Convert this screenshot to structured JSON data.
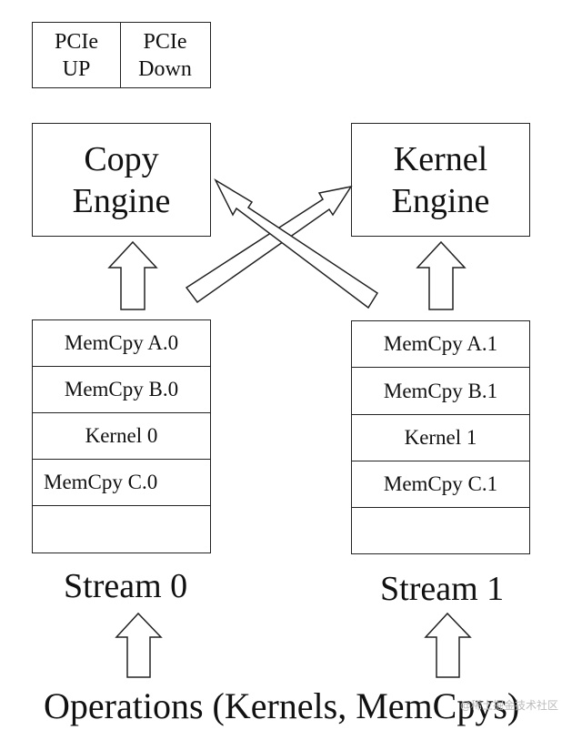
{
  "pcie": {
    "up": "PCIe\nUP",
    "down": "PCIe\nDown"
  },
  "engines": {
    "copy": "Copy\nEngine",
    "kernel": "Kernel\nEngine"
  },
  "stream0": {
    "label": "Stream 0",
    "items": [
      "MemCpy A.0",
      "MemCpy B.0",
      "Kernel 0",
      "MemCpy C.0",
      ""
    ]
  },
  "stream1": {
    "label": "Stream 1",
    "items": [
      "MemCpy A.1",
      "MemCpy B.1",
      "Kernel 1",
      "MemCpy C.1",
      ""
    ]
  },
  "bottom_label": "Operations (Kernels, MemCpys)",
  "watermark": "@稀土掘金技术社区"
}
